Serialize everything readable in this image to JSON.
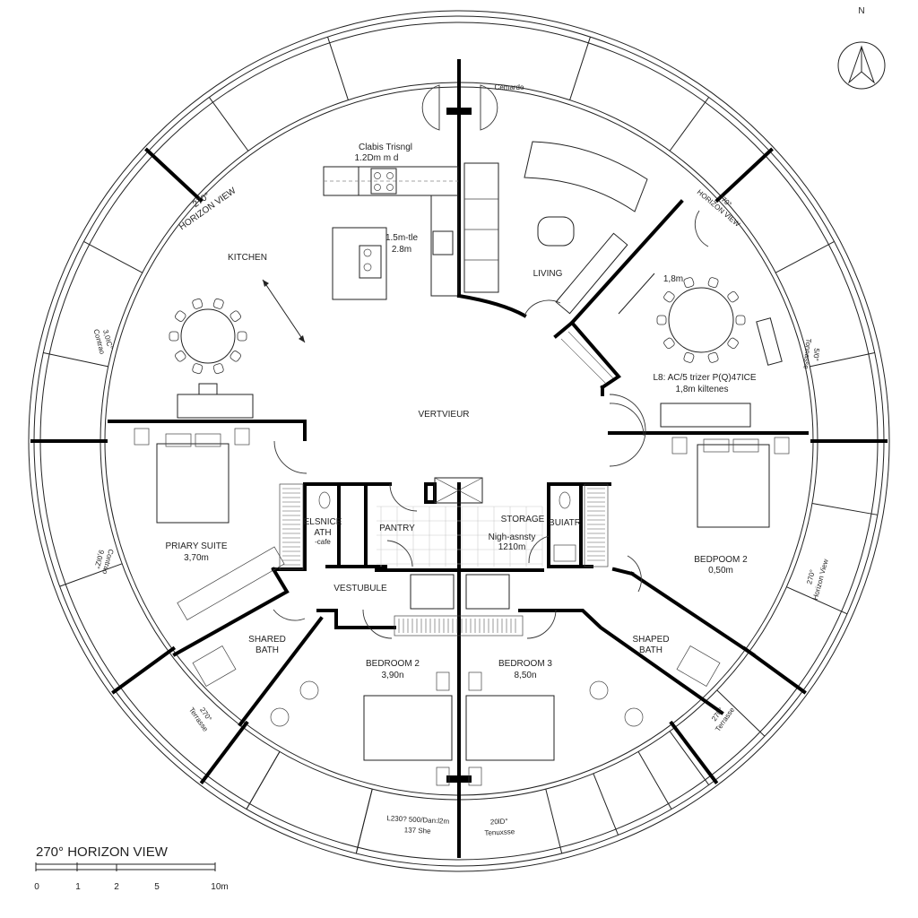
{
  "compass": {
    "north_label": "N"
  },
  "rooms": {
    "kitchen": {
      "label": "KITCHEN",
      "note1": "Clabis Trisngl",
      "note2": "1.2Dm m d",
      "island1": "1.5m-tle",
      "island2": "2.8m"
    },
    "entry_top": {
      "label": "Cemarde"
    },
    "living": {
      "label": "LIVING"
    },
    "dining": {
      "dim": "1,8m",
      "note1": "L8: AC/5 trizer P(Q)47ICE",
      "note2": "1,8m kiltenes"
    },
    "hall": {
      "label": "VERTVIEUR"
    },
    "primary_suite": {
      "label": "PRIARY SUITE",
      "dim": "3,70m"
    },
    "ensuite": {
      "label1": "ELSNICE",
      "label2": "ATH",
      "note": "-cafe"
    },
    "pantry": {
      "label": "PANTRY"
    },
    "storage": {
      "label": "STORAGE",
      "note1": "Nigh-asnsty",
      "note2": "1210m"
    },
    "bath_right_small": {
      "label": "BUIATR"
    },
    "vestibule": {
      "label": "VESTUBULE"
    },
    "shared_bath_left": {
      "label1": "SHARED",
      "label2": "BATH"
    },
    "shared_bath_right": {
      "label1": "SHAPED",
      "label2": "BATH"
    },
    "bedroom_2": {
      "label": "BEDROOM 2",
      "dim": "3,90n"
    },
    "bedroom_3": {
      "label": "BEDROOM 3",
      "dim": "8,50n"
    },
    "bedroom_2_east": {
      "label": "BEDPOOM 2",
      "dim": "0,50m"
    }
  },
  "ring_labels": {
    "top_left": {
      "line1": "270°",
      "line2": "HORIZON VIEW"
    },
    "top_right": {
      "line1": "270°",
      "line2": "HORIZON VIEW"
    },
    "left_upper": {
      "line1": "3,0IC°",
      "line2": "Contrao"
    },
    "left_lower": {
      "line1": "Contrao",
      "line2": "9,0IZ°"
    },
    "right_upper": {
      "line1": "5/0°",
      "line2": "Tonnasse"
    },
    "right_lower": {
      "line1": "270°",
      "line2": "Horizon View"
    },
    "bottom_left_terrace": {
      "line1": "270°",
      "line2": "Terrasse"
    },
    "bottom_right_terrace": {
      "line1": "270°",
      "line2": "Terrasse"
    },
    "bottom_center_left": {
      "line1": "L230? 500/Dan:l2m",
      "line2": "137 She"
    },
    "bottom_center_right": {
      "line1": "20lD°",
      "line2": "Tenuxsse"
    }
  },
  "legend": {
    "title": "270° HORIZON VIEW",
    "scale_ticks": [
      "0",
      "1",
      "2",
      "5",
      "10m"
    ]
  }
}
